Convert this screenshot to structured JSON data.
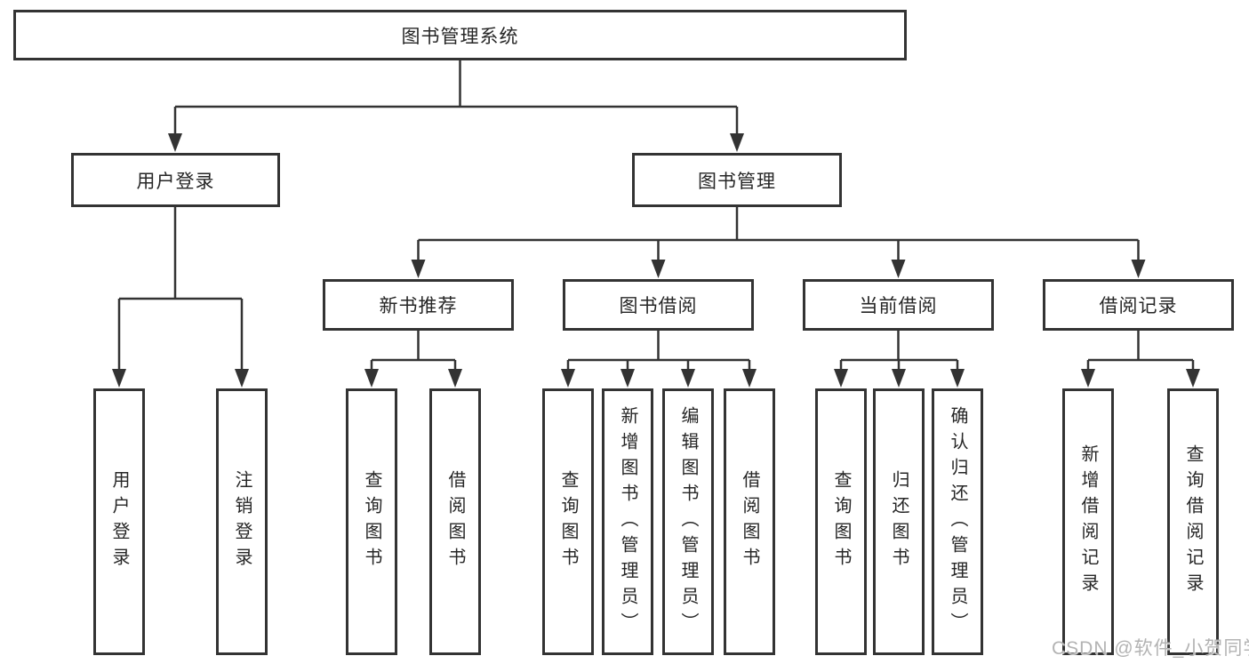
{
  "colors": {
    "line": "#333333",
    "box_border": "#333333",
    "text": "#262626",
    "watermark": "#b3b3b3",
    "bg": "#ffffff"
  },
  "tree": {
    "label": "图书管理系统",
    "children": [
      {
        "label": "用户登录",
        "children": [
          {
            "label": "用户登录"
          },
          {
            "label": "注销登录"
          }
        ]
      },
      {
        "label": "图书管理",
        "children": [
          {
            "label": "新书推荐",
            "children": [
              {
                "label": "查询图书"
              },
              {
                "label": "借阅图书"
              }
            ]
          },
          {
            "label": "图书借阅",
            "children": [
              {
                "label": "查询图书"
              },
              {
                "label": "新增图书（管理员）"
              },
              {
                "label": "编辑图书（管理员）"
              },
              {
                "label": "借阅图书"
              }
            ]
          },
          {
            "label": "当前借阅",
            "children": [
              {
                "label": "查询图书"
              },
              {
                "label": "归还图书"
              },
              {
                "label": "确认归还（管理员）"
              }
            ]
          },
          {
            "label": "借阅记录",
            "children": [
              {
                "label": "新增借阅记录"
              },
              {
                "label": "查询借阅记录"
              }
            ]
          }
        ]
      }
    ]
  },
  "watermark": {
    "text": "CSDN @软件_小贺同学"
  }
}
